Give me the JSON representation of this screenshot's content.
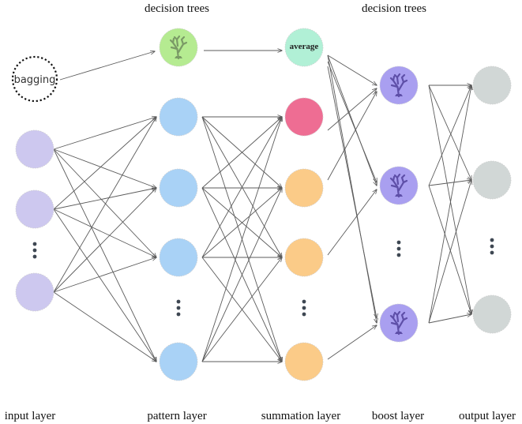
{
  "labels": {
    "top_left": "decision trees",
    "top_right": "decision trees",
    "bagging": "bagging",
    "average": "average",
    "input_layer": "input layer",
    "pattern_layer": "pattern layer",
    "summation_layer": "summation layer",
    "boost_layer": "boost layer",
    "output_layer": "output layer"
  },
  "colors": {
    "input": "#cdc8ef",
    "pattern": "#a9d2f6",
    "summation": "#fbcb88",
    "summation_special": "#ee6d93",
    "tree_top": "#b5eb91",
    "average": "#b1f0d6",
    "boost": "#a99ff0",
    "output": "#d1d7d6",
    "edge": "#5b5b5b",
    "tree_icon_boost": "#5e4fa8",
    "tree_icon_top": "#7a9a66"
  },
  "icons": {
    "tree": "tree-icon",
    "ellipsis": "vertical-ellipsis-icon"
  }
}
